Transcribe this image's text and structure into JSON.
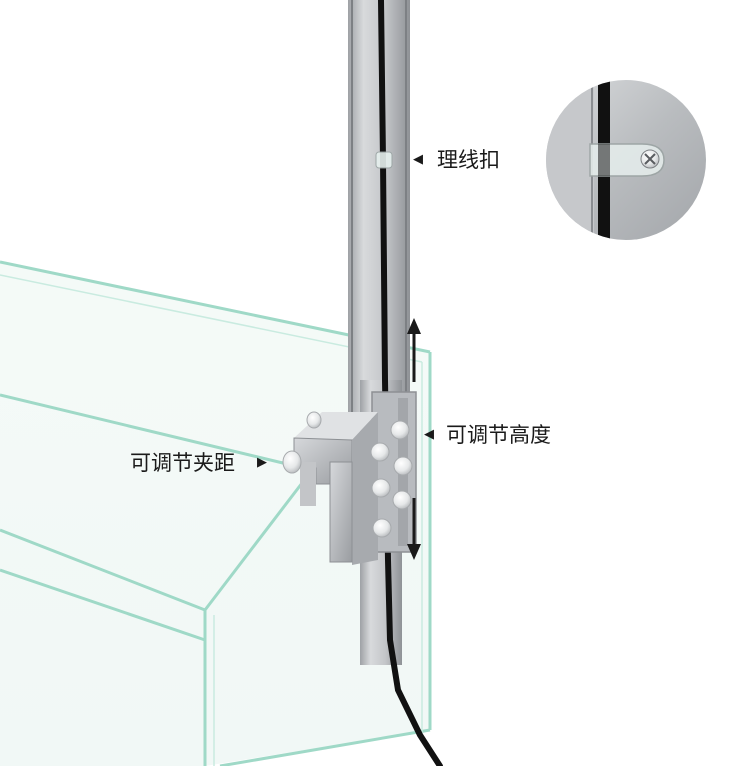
{
  "labels": {
    "cable_clip": "理线扣",
    "adjustable_height": "可调节高度",
    "adjustable_clamp": "可调节夹距"
  },
  "colors": {
    "glass_edge": "#9fd9c7",
    "aluminum": "#c7c9cc",
    "cable": "#111111",
    "label_text": "#1a1a1a"
  }
}
